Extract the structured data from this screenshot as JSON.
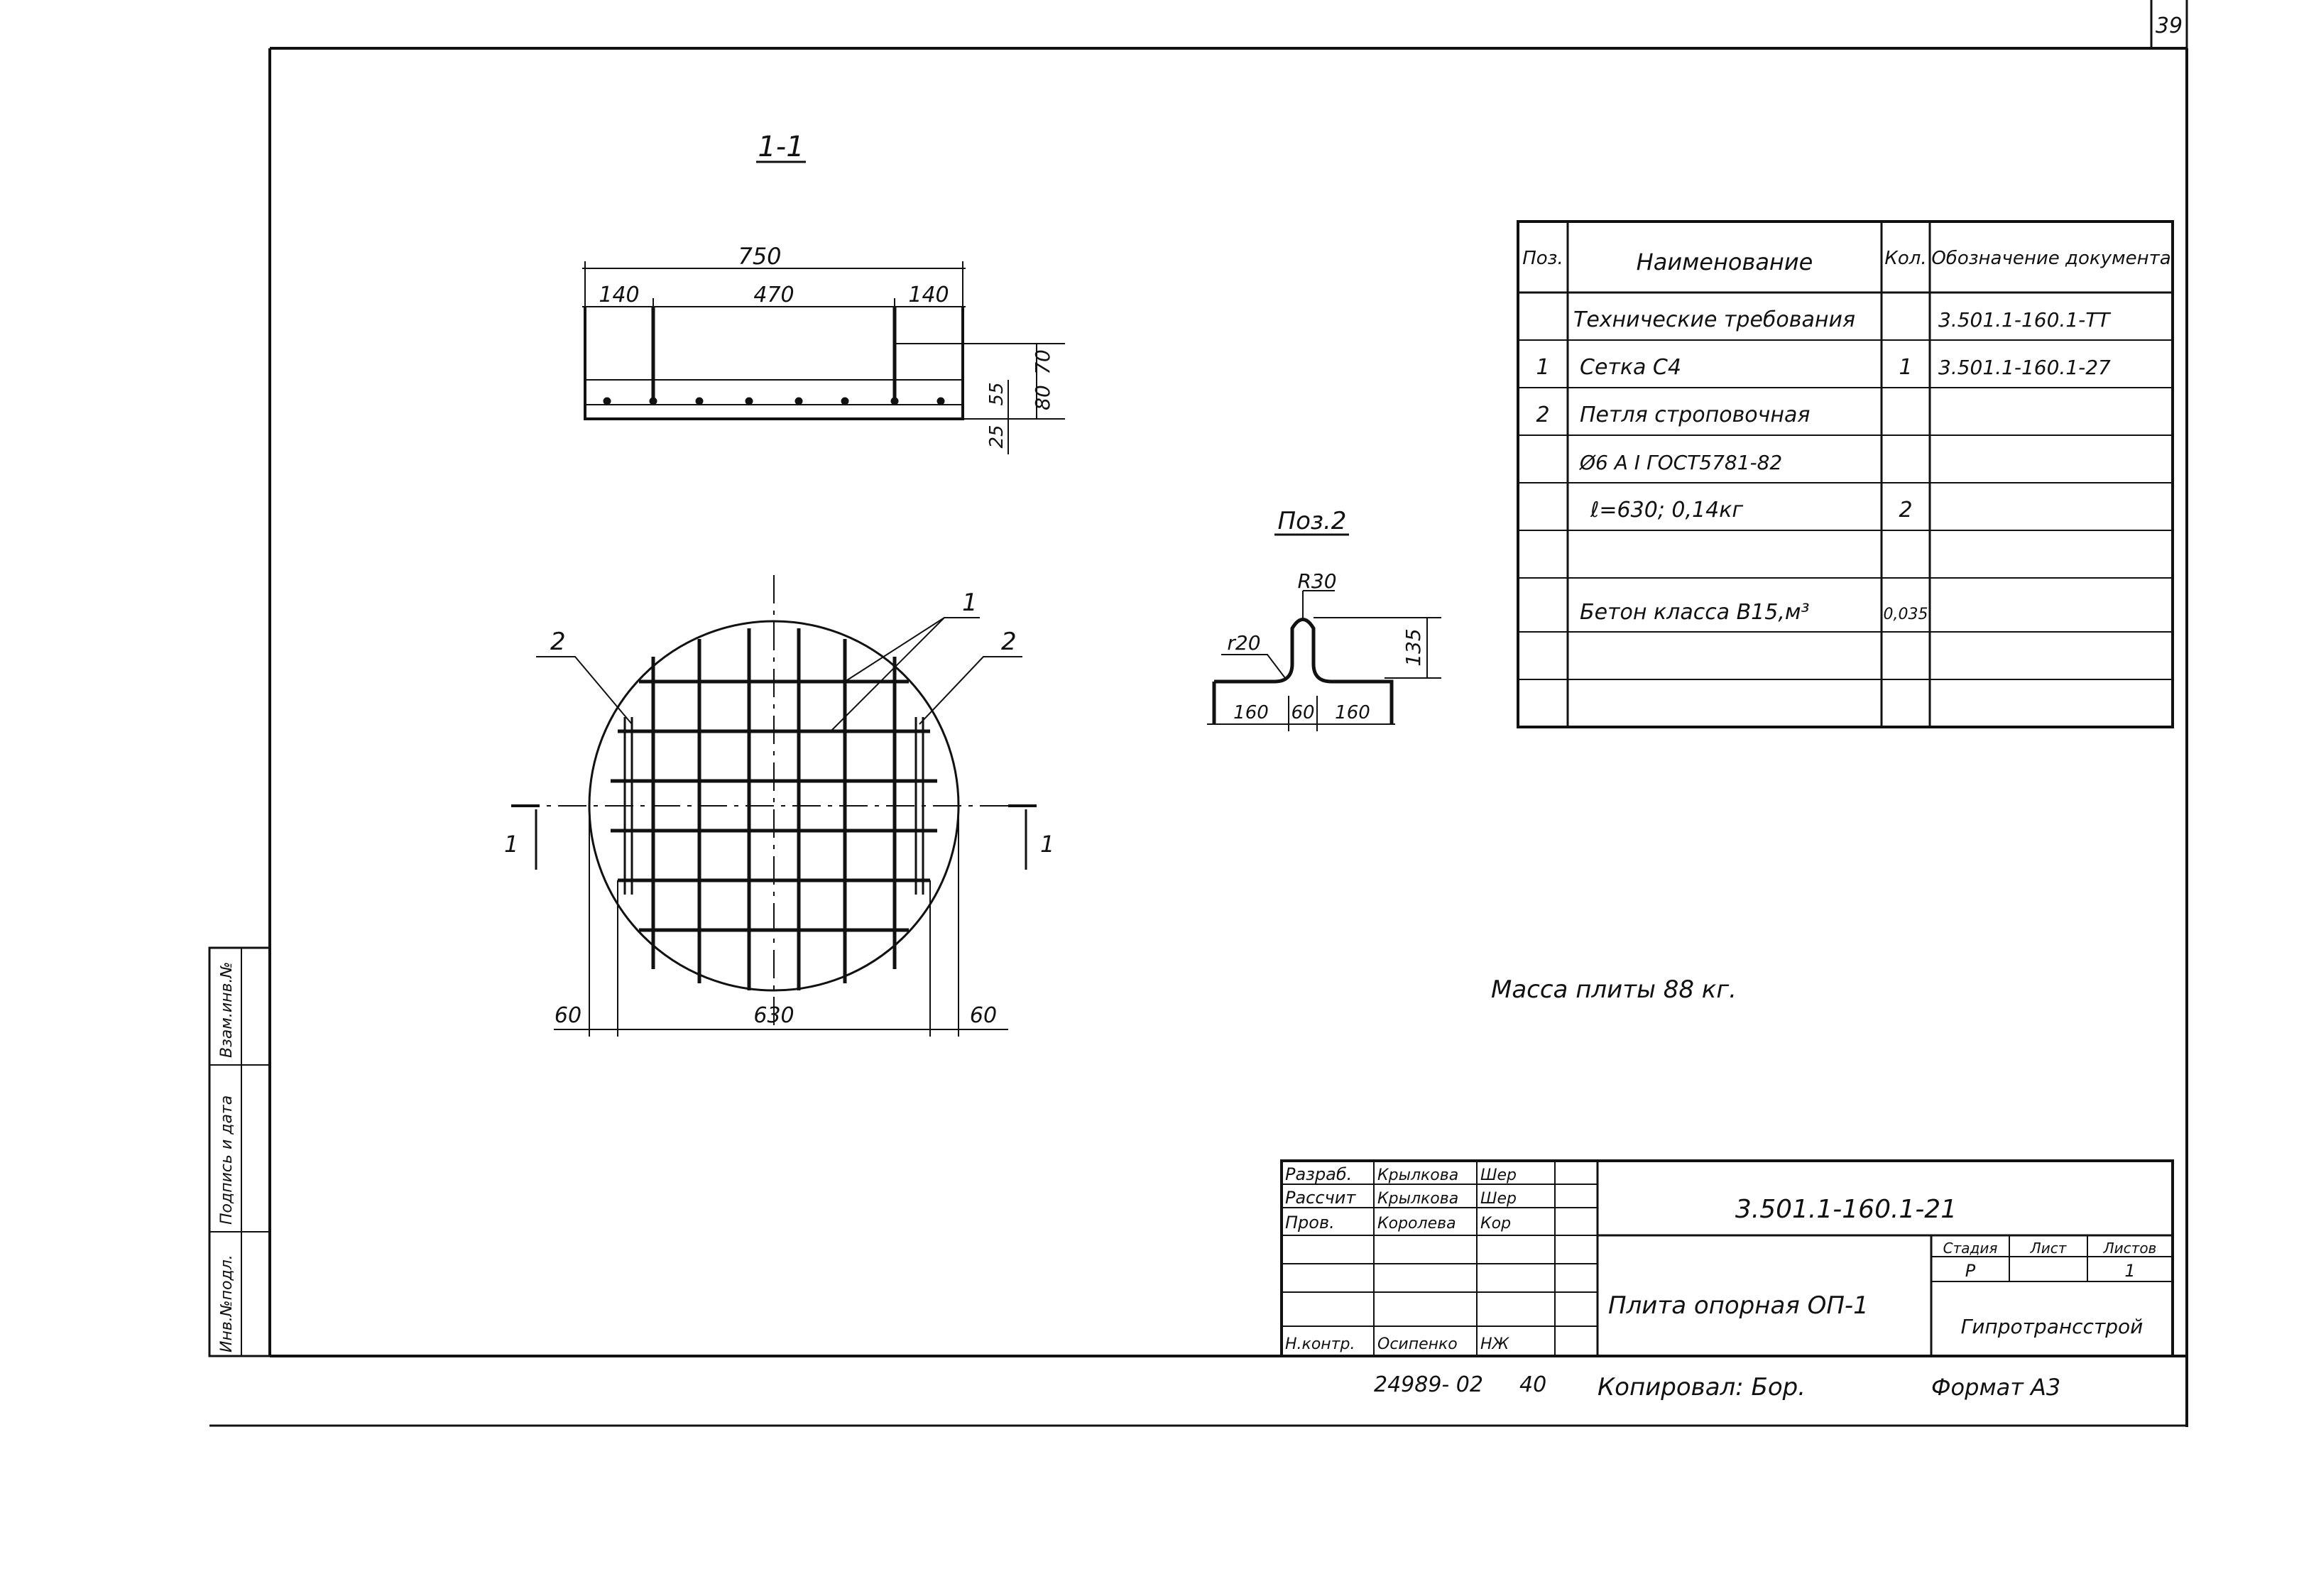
{
  "sheet": {
    "page_number": "39",
    "sheet_format": "Формат А3",
    "copied_by": "Копировал: Бор.",
    "inventory": "24989- 02",
    "inventory_page": "40"
  },
  "section": {
    "title": "1-1",
    "dim_total": "750",
    "dim_left": "140",
    "dim_middle": "470",
    "dim_right": "140",
    "dim_h1": "70",
    "dim_h2": "80",
    "dim_h3": "55",
    "dim_h4": "25"
  },
  "plan": {
    "leader_left": "2",
    "leader_top": "1",
    "leader_right": "2",
    "cut_left": "1",
    "cut_right": "1",
    "dim_left": "60",
    "dim_middle": "630",
    "dim_right": "60"
  },
  "loop_detail": {
    "title": "Поз.2",
    "radius": "R30",
    "r_left": "r20",
    "height": "135",
    "dim_left": "160",
    "dim_middle": "60",
    "dim_right": "160"
  },
  "spec_table": {
    "headers": [
      "Поз.",
      "Наименование",
      "Кол.",
      "Обозначение документа"
    ],
    "rows": [
      [
        "",
        "Технические требования",
        "",
        "3.501.1-160.1-ТТ"
      ],
      [
        "1",
        "Сетка С4",
        "1",
        "3.501.1-160.1-27"
      ],
      [
        "2",
        "Петля строповочная",
        "",
        ""
      ],
      [
        "",
        "Ø6 А I ГОСТ5781-82",
        "",
        ""
      ],
      [
        "",
        "ℓ=630; 0,14кг",
        "2",
        ""
      ],
      [
        "",
        "",
        "",
        ""
      ],
      [
        "",
        "Бетон класса В15,м³",
        "0,035",
        ""
      ],
      [
        "",
        "",
        "",
        ""
      ],
      [
        "",
        "",
        "",
        ""
      ]
    ]
  },
  "note": "Масса плиты 88 кг.",
  "side_stamp": [
    "Инв.№подл.",
    "Подпись и дата",
    "Взам.инв.№"
  ],
  "title_block": {
    "signatures": [
      [
        "Разраб.",
        "Крылкова",
        "Шер"
      ],
      [
        "Рассчит",
        "Крылкова",
        "Шер"
      ],
      [
        "Пров.",
        "Королева",
        "Кор"
      ],
      [
        "",
        "",
        ""
      ],
      [
        "",
        "",
        ""
      ],
      [
        "",
        "",
        ""
      ],
      [
        "Н.контр.",
        "Осипенко",
        "НЖ"
      ]
    ],
    "code": "3.501.1-160.1-21",
    "name": "Плита опорная ОП-1",
    "stage_label": "Стадия",
    "sheet_label": "Лист",
    "sheets_label": "Листов",
    "stage": "Р",
    "sheets": "1",
    "organization": "Гипротрансстрой"
  }
}
